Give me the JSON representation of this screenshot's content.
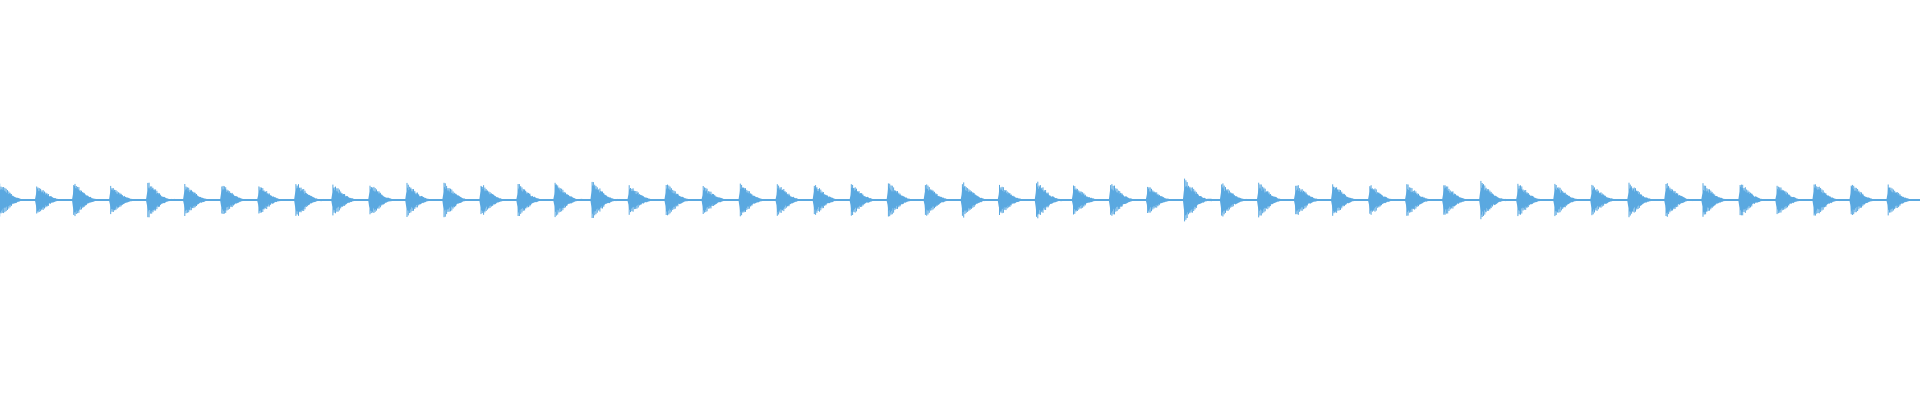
{
  "waveform": {
    "color": "#5aa8e0",
    "background": "#ffffff",
    "pulse_count": 52,
    "pulse_peaks": [
      0.95,
      0.9,
      1.0,
      0.85,
      1.05,
      0.95,
      0.9,
      0.85,
      1.05,
      0.9,
      0.95,
      0.95,
      1.0,
      0.95,
      1.0,
      1.05,
      1.1,
      0.85,
      0.95,
      0.8,
      1.0,
      0.95,
      0.9,
      0.9,
      1.0,
      0.95,
      1.05,
      0.9,
      1.1,
      0.85,
      1.0,
      0.85,
      1.2,
      1.0,
      1.0,
      0.95,
      0.95,
      0.9,
      0.95,
      0.95,
      1.1,
      0.95,
      0.95,
      0.85,
      1.0,
      1.05,
      0.95,
      1.0,
      0.95,
      1.05,
      0.95,
      0.9
    ]
  }
}
